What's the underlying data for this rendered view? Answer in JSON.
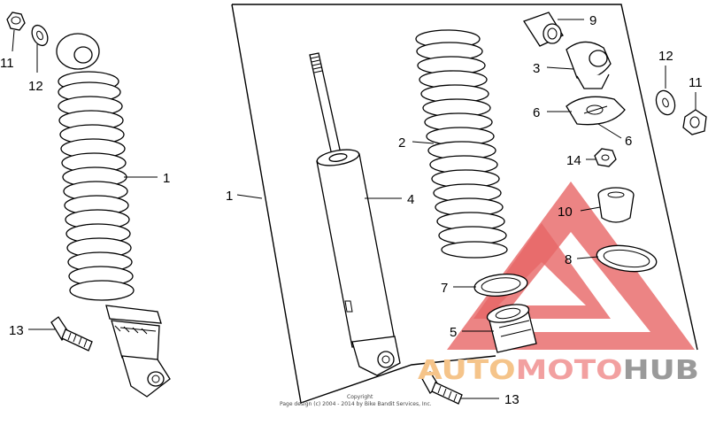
{
  "diagram": {
    "callouts": [
      {
        "id": "left-11",
        "text": "11"
      },
      {
        "id": "left-12",
        "text": "12"
      },
      {
        "id": "left-1",
        "text": "1"
      },
      {
        "id": "left-13",
        "text": "13"
      },
      {
        "id": "panel-1",
        "text": "1"
      },
      {
        "id": "panel-4",
        "text": "4"
      },
      {
        "id": "panel-2",
        "text": "2"
      },
      {
        "id": "panel-9",
        "text": "9"
      },
      {
        "id": "panel-3",
        "text": "3"
      },
      {
        "id": "panel-6a",
        "text": "6"
      },
      {
        "id": "panel-6b",
        "text": "6"
      },
      {
        "id": "panel-14",
        "text": "14"
      },
      {
        "id": "panel-10",
        "text": "10"
      },
      {
        "id": "panel-8",
        "text": "8"
      },
      {
        "id": "panel-7",
        "text": "7"
      },
      {
        "id": "panel-5",
        "text": "5"
      },
      {
        "id": "panel-13",
        "text": "13"
      },
      {
        "id": "right-12",
        "text": "12"
      },
      {
        "id": "right-11",
        "text": "11"
      }
    ],
    "copyright_lines": [
      "Copyright",
      "Page design (c) 2004 - 2014 by Bike Bandit Services, Inc."
    ]
  },
  "watermark": {
    "part1": "AUTO",
    "part2": "MOTO",
    "part3": "HUB",
    "colors": {
      "auto": "#f5c48a",
      "moto": "#f2a0a0",
      "hub": "#9a9a9a",
      "logo": "#e34b4b"
    }
  }
}
